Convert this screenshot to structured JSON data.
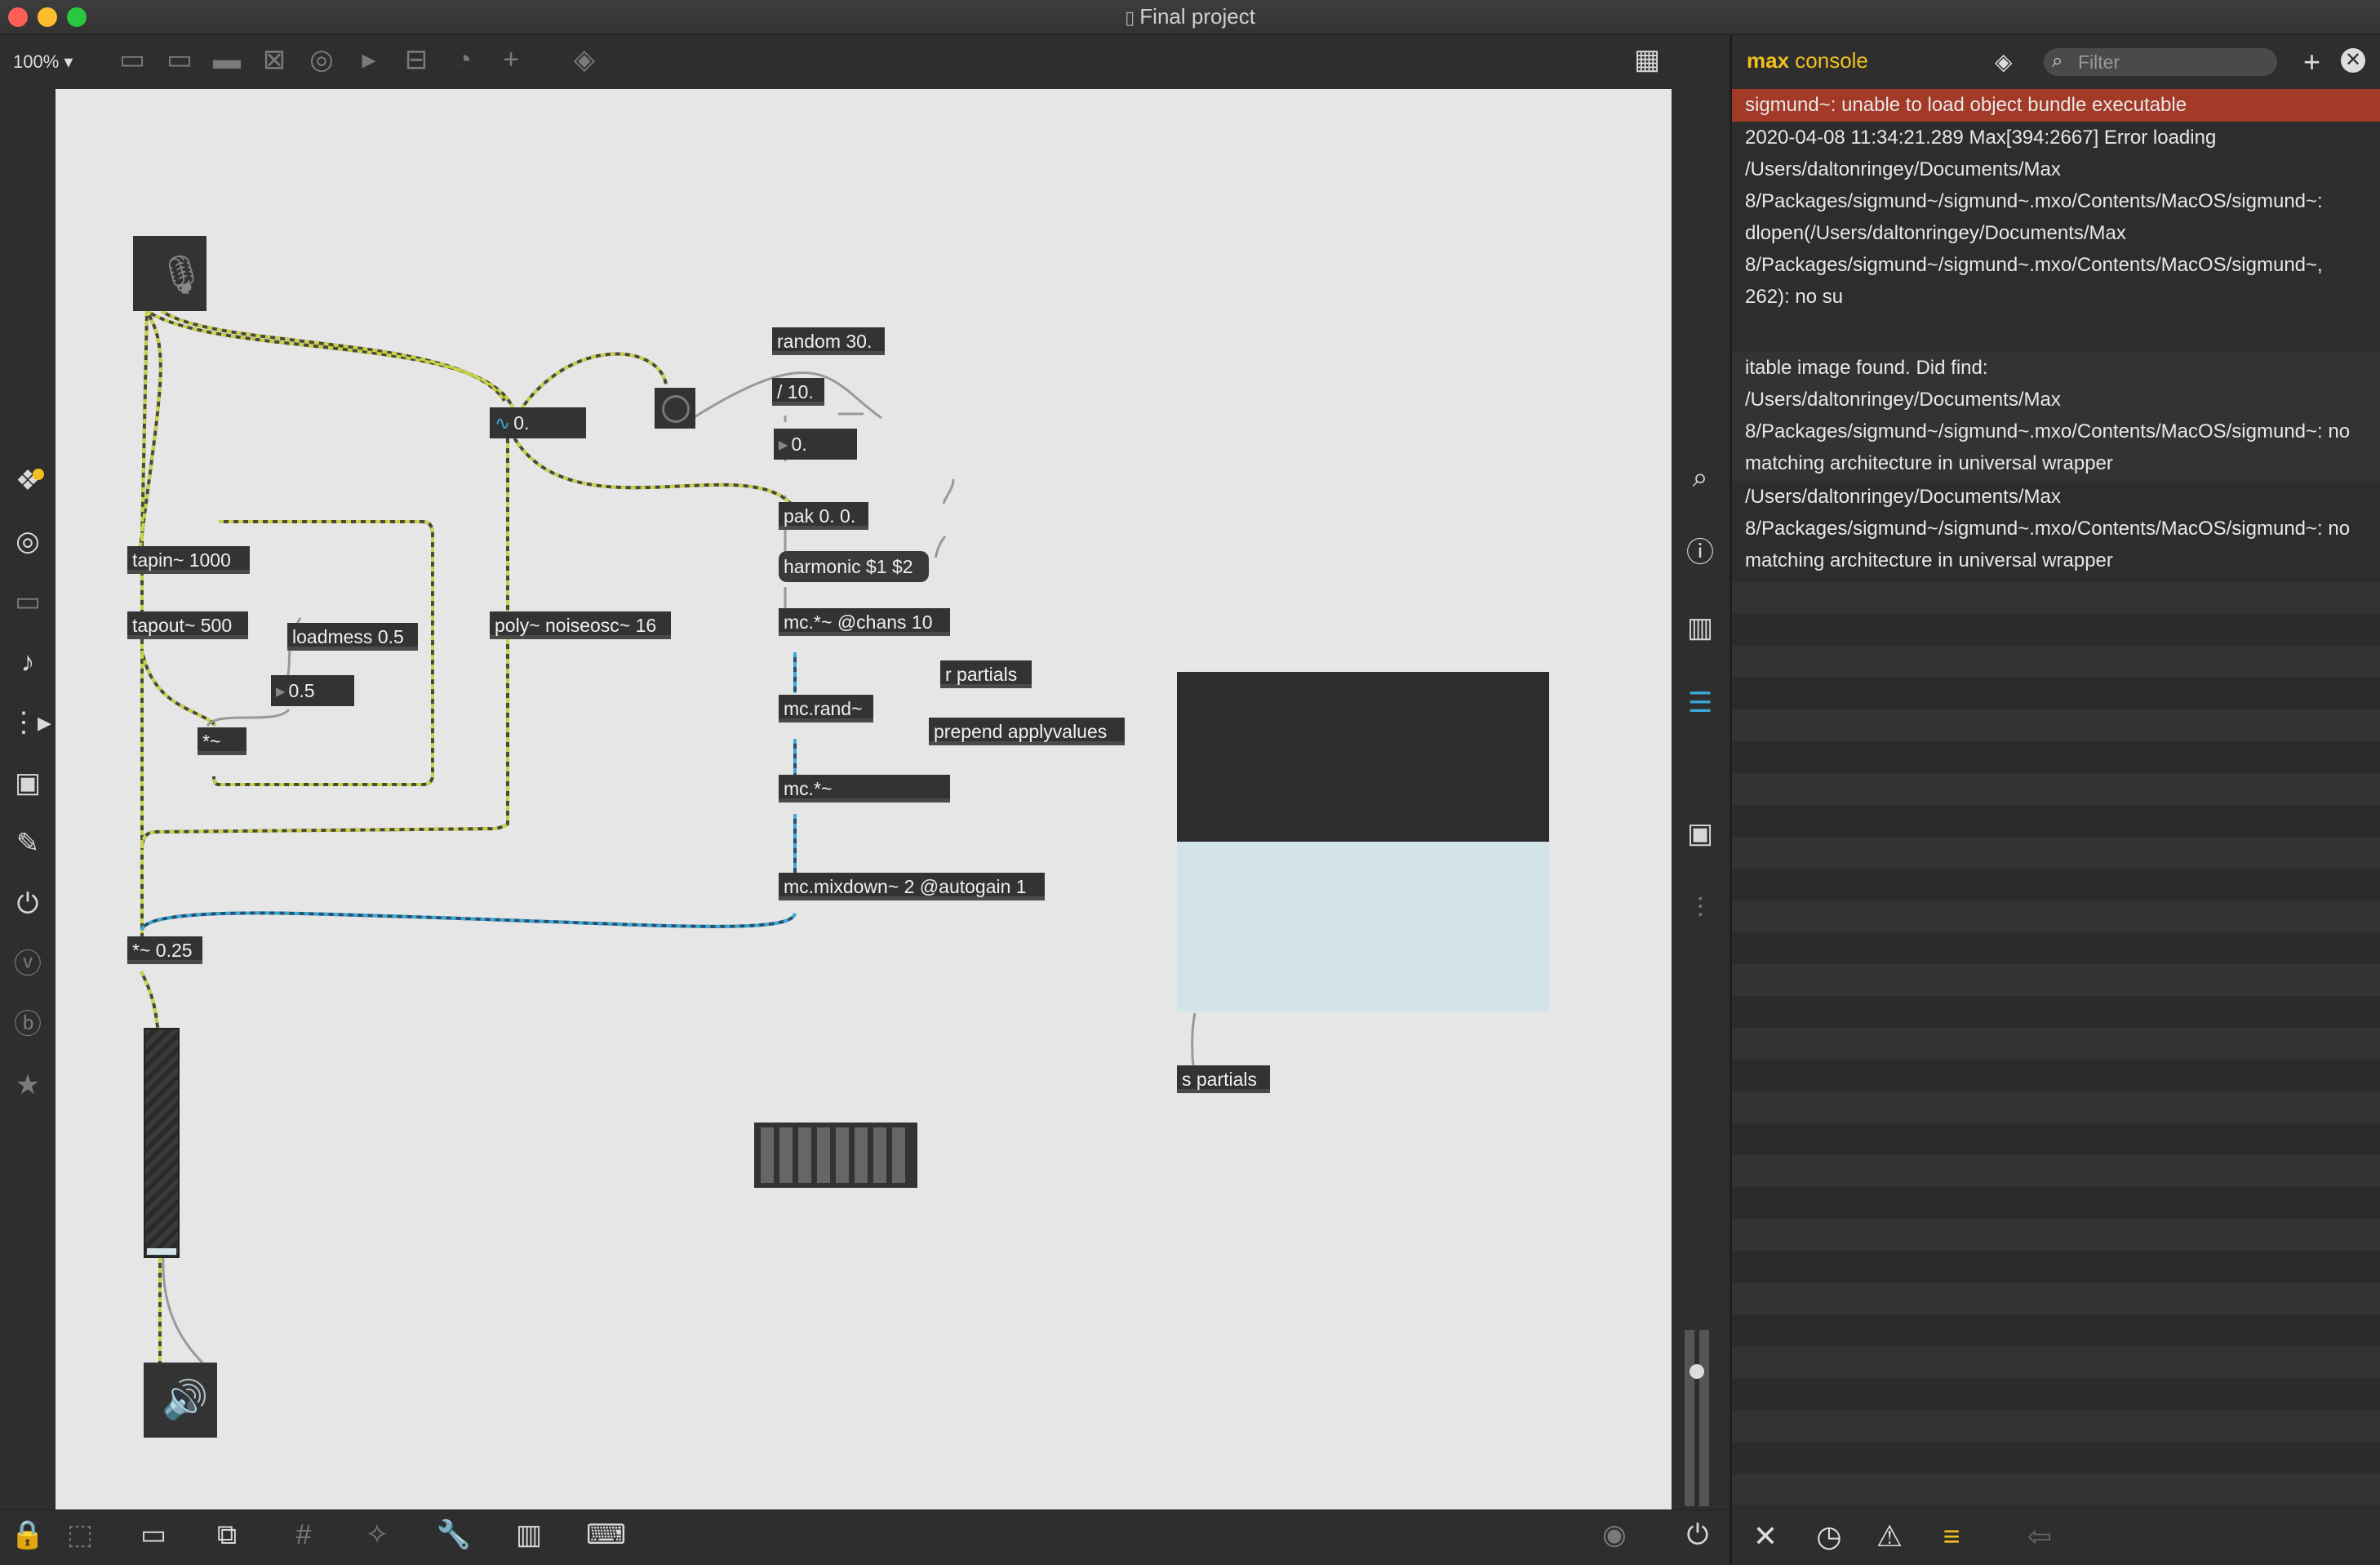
{
  "window": {
    "title": "Final project"
  },
  "toolbar": {
    "zoom": "100% ▾"
  },
  "patcher": {
    "objects": {
      "random": "random 30.",
      "divide": "/ 10.",
      "float_number": "0.",
      "pak": "pak 0. 0.",
      "harmonic_msg": "harmonic $1 $2",
      "mc_mult_chans": "mc.*~ @chans 10",
      "mc_rand": "mc.rand~",
      "r_partials": "r partials",
      "prepend": "prepend applyvalues",
      "mc_mult": "mc.*~",
      "mc_mixdown": "mc.mixdown~ 2 @autogain 1",
      "tapin": "tapin~ 1000",
      "tapout": "tapout~ 500",
      "loadmess": "loadmess 0.5",
      "half_number": "0.5",
      "mult_signal": "*~",
      "poly_noise": "poly~ noiseosc~ 16",
      "sig_number": "0.",
      "mult_025": "*~ 0.25",
      "s_partials": "s partials"
    }
  },
  "console": {
    "title_max": "max",
    "title_console": " console",
    "filter_placeholder": "Filter",
    "messages": [
      {
        "text": "sigmund~: unable to load object bundle executable",
        "error": true
      },
      {
        "text": " 2020-04-08 11:34:21.289 Max[394:2667] Error loading /Users/daltonringey/Documents/Max 8/Packages/sigmund~/sigmund~.mxo/Contents/MacOS/sigmund~: dlopen(/Users/daltonringey/Documents/Max 8/Packages/sigmund~/sigmund~.mxo/Contents/MacOS/sigmund~, 262): no su",
        "error": false
      },
      {
        "text": " itable image found.  Did find: /Users/daltonringey/Documents/Max 8/Packages/sigmund~/sigmund~.mxo/Contents/MacOS/sigmund~: no matching architecture in universal wrapper",
        "error": false
      },
      {
        "text": " /Users/daltonringey/Documents/Max 8/Packages/sigmund~/sigmund~.mxo/Contents/MacOS/sigmund~: no matching architecture in universal wrapper",
        "error": false
      }
    ],
    "lines": [
      "sigmund~: unable to load object bundle executable",
      " 2020-04-08 11:34:21.289 Max[394:2667] Error loading",
      "/Users/daltonringey/Documents/Max",
      "8/Packages/sigmund~/sigmund~.mxo/Contents/MacOS/sigmund~:",
      "dlopen(/Users/daltonringey/Documents/Max",
      "8/Packages/sigmund~/sigmund~.mxo/Contents/MacOS/sigmund~,",
      "262): no su",
      " itable image found.  Did find:",
      " /Users/daltonringey/Documents/Max",
      "8/Packages/sigmund~/sigmund~.mxo/Contents/MacOS/sigmund~: no",
      "matching architecture in universal wrapper",
      " /Users/daltonringey/Documents/Max",
      "8/Packages/sigmund~/sigmund~.mxo/Contents/MacOS/sigmund~: no",
      "matching architecture in universal wrapper"
    ]
  },
  "colors": {
    "error_row": "#a33a27",
    "accent_yellow": "#f2c01e",
    "canvas": "#e6e6e6",
    "object": "#333333",
    "cord_signal": "#c8d24a",
    "cord_mc": "#3aa8d8",
    "multislider_top": "#2d2d2d",
    "multislider_bottom": "#d2e4e8"
  }
}
